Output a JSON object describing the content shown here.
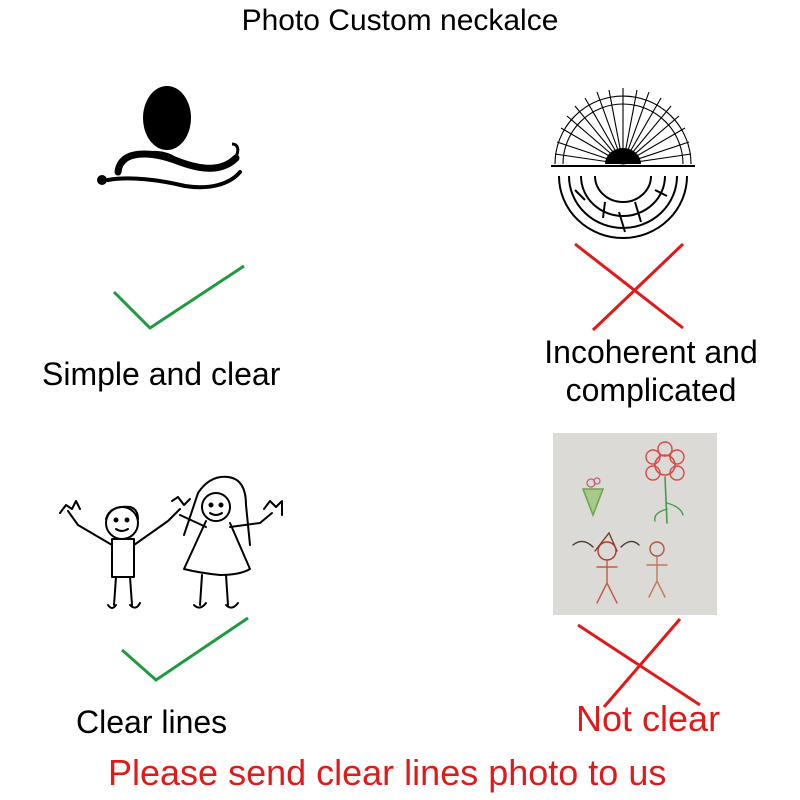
{
  "title": "Photo Custom neckalce",
  "examples": {
    "good_1": {
      "label": "Simple and clear",
      "mark": "check",
      "mark_color": "#1f9a3e"
    },
    "bad_1": {
      "label_line1": "Incoherent and",
      "label_line2": "complicated",
      "mark": "cross",
      "mark_color": "#e01a1a"
    },
    "good_2": {
      "label": "Clear lines",
      "mark": "check",
      "mark_color": "#1f9a3e"
    },
    "bad_2": {
      "label": "Not clear",
      "mark": "cross",
      "mark_color": "#e01a1a"
    }
  },
  "footer": "Please send clear lines  photo to us",
  "colors": {
    "good": "#1f9a3e",
    "bad": "#e01a1a",
    "text": "#000000",
    "footer": "#e01a1a"
  }
}
